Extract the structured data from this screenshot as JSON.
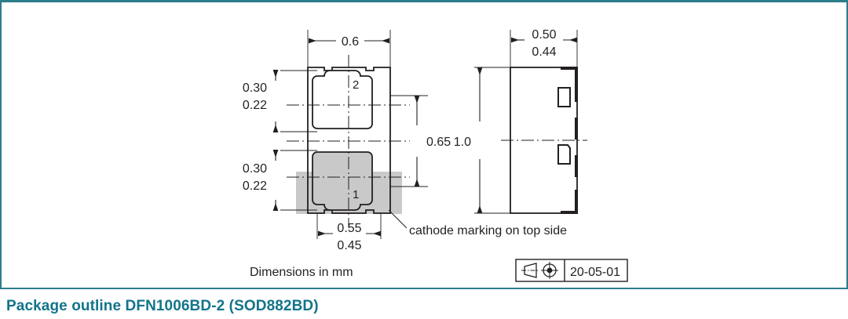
{
  "page": {
    "title": "Package outline DFN1006BD-2 (SOD882BD)",
    "frame_color": "#2e7d8c",
    "title_color": "#12748a",
    "line_color": "#231f20",
    "shade_color": "#c9c9c9"
  },
  "drawing": {
    "note_units": "Dimensions in mm",
    "note_cathode": "cathode marking on top side",
    "top_view": {
      "name": "top-view",
      "width_dim": "0.6",
      "pad_height_max": "0.30",
      "pad_height_min": "0.22",
      "pad_height_max_2": "0.30",
      "pad_height_min_2": "0.22",
      "pad_pitch": "0.65",
      "pad_width_max": "0.55",
      "pad_width_min": "0.45",
      "terminal_2_label": "2",
      "terminal_1_label": "1"
    },
    "side_view": {
      "name": "side-view",
      "width_max": "0.50",
      "width_min": "0.44",
      "height_dim": "1.0"
    },
    "stamp": {
      "projection_symbol": "first-angle-projection-icon",
      "date_code": "20-05-01"
    }
  }
}
